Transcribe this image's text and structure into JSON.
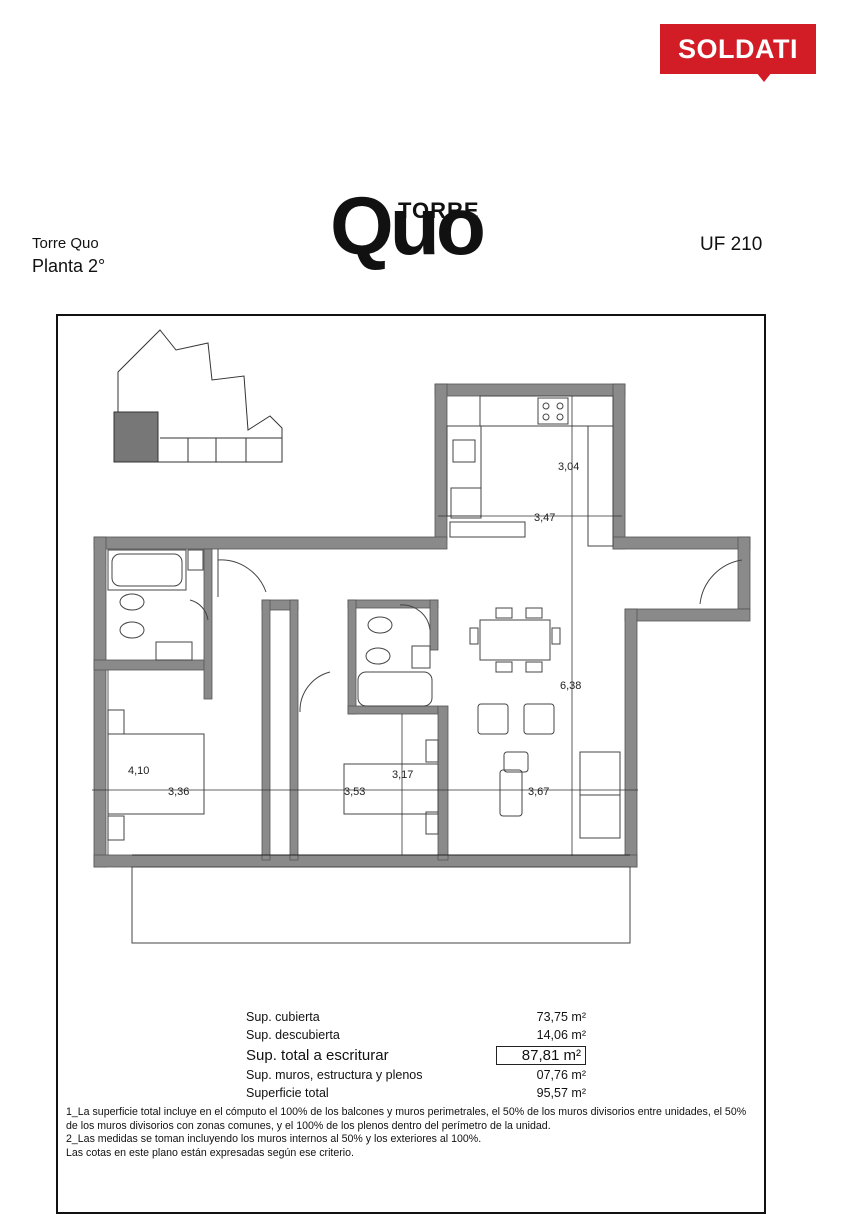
{
  "brand": {
    "name": "SOLDATI",
    "color": "#d21c26"
  },
  "header": {
    "project": "Torre Quo",
    "floor": "Planta 2°",
    "logo_torre": "TORRE",
    "logo_quo": "Quo",
    "unit": "UF 210"
  },
  "dimensions": {
    "kitchen_height": "3,04",
    "kitchen_width": "3,47",
    "living_height": "6,38",
    "bed1_height": "4,10",
    "bed1_width": "3,36",
    "bed2_width": "3,53",
    "bed2_height": "3,17",
    "living_width": "3,67"
  },
  "areas": [
    {
      "label": "Sup. cubierta",
      "value": "73,75 m²"
    },
    {
      "label": "Sup. descubierta",
      "value": "14,06 m²"
    },
    {
      "label": "Sup. total a escriturar",
      "value": "87,81 m²"
    },
    {
      "label": "Sup. muros, estructura y plenos",
      "value": "07,76 m²"
    },
    {
      "label": "Superficie total",
      "value": "95,57 m²"
    }
  ],
  "notes": [
    "1_La superficie total incluye en el cómputo el 100% de los balcones y muros perimetrales, el 50% de los muros divisorios entre unidades, el 50% de los muros divisorios con zonas comunes, y el 100% de los plenos dentro del perímetro de la unidad.",
    "2_Las medidas se toman incluyendo los muros internos al 50% y los exteriores al 100%.",
    "Las cotas en este plano están expresadas según ese criterio."
  ]
}
